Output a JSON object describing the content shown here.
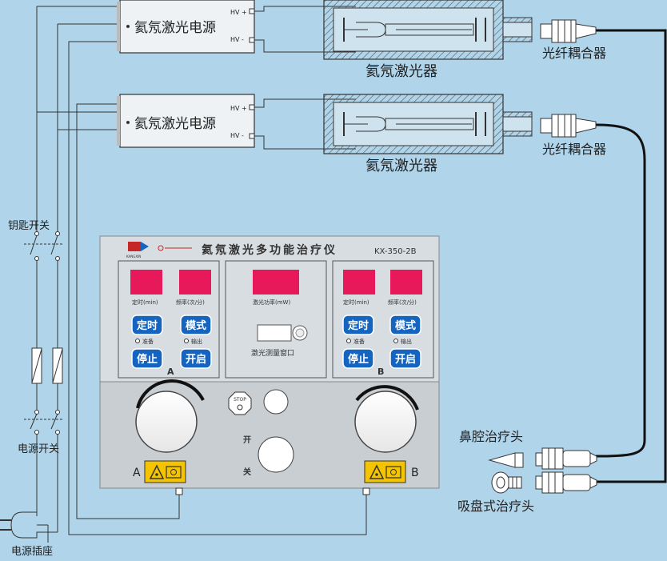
{
  "colors": {
    "background": "#b0d4ea",
    "panel_top": "#d8dde1",
    "panel_bottom": "#c9ced2",
    "display": "#e8195a",
    "button": "#1565c0",
    "warning": "#f5c400",
    "line": "#333333"
  },
  "power_supply_1": {
    "title": "氦氖激光电源",
    "hv_plus": "HV +",
    "hv_minus": "HV -"
  },
  "power_supply_2": {
    "title": "氦氖激光电源",
    "hv_plus": "HV +",
    "hv_minus": "HV -"
  },
  "laser_1": {
    "label": "氦氖激光器"
  },
  "laser_2": {
    "label": "氦氖激光器"
  },
  "coupler_1": {
    "label": "光纤耦合器"
  },
  "coupler_2": {
    "label": "光纤耦合器"
  },
  "left": {
    "key_switch": "钥匙开关",
    "power_switch": "电源开关",
    "power_socket": "电源插座"
  },
  "device": {
    "title": "氦氖激光多功能治疗仪",
    "model": "KX-350-2B",
    "brand_small": "KANGXIN",
    "ch_a": {
      "timer": "定时(min)",
      "freq": "频率(次/分)",
      "btn_timer": "定时",
      "btn_mode": "模式",
      "btn_stop": "停止",
      "btn_start": "开启",
      "ind_ready": "准备",
      "ind_output": "输出",
      "letter": "A"
    },
    "center": {
      "power": "激光功率(mW)",
      "window": "激光测量窗口"
    },
    "ch_b": {
      "timer": "定时(min)",
      "freq": "频率(次/分)",
      "btn_timer": "定时",
      "btn_mode": "模式",
      "btn_stop": "停止",
      "btn_start": "开启",
      "ind_ready": "准备",
      "ind_output": "输出",
      "letter": "B"
    },
    "stop": "STOP",
    "on": "开",
    "off": "关",
    "port_a": "A",
    "port_b": "B"
  },
  "heads": {
    "nasal": "鼻腔治疗头",
    "suction": "吸盘式治疗头"
  }
}
